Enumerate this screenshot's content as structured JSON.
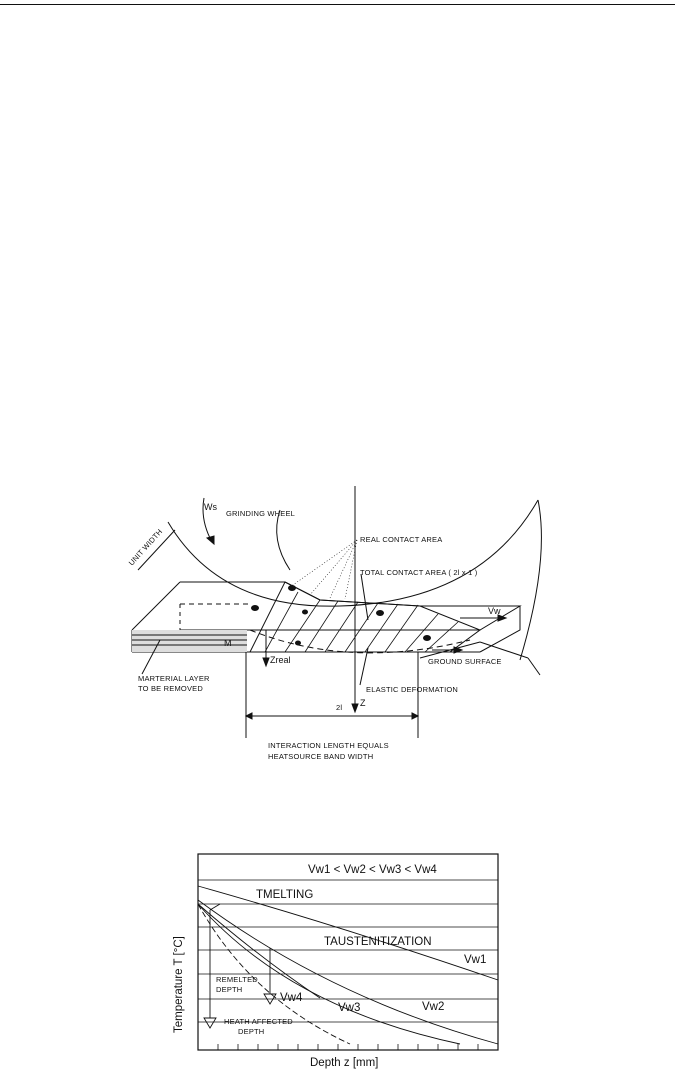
{
  "figure1": {
    "labels": {
      "grinding_wheel": "GRINDING WHEEL",
      "ws": "Ws",
      "unit_width": "UNIT WIDTH",
      "real_contact_area": "REAL CONTACT AREA",
      "total_contact_area": "TOTAL CONTACT AREA ( 2l x 1 )",
      "vw": "Vw",
      "m": "M",
      "material_layer_1": "MARTERIAL LAYER",
      "material_layer_2": "TO BE REMOVED",
      "zreal": "Zreal",
      "ground_surface": "GROUND SURFACE",
      "elastic_deformation": "ELASTIC DEFORMATION",
      "z": "Z",
      "two_l": "2l",
      "interaction_1": "INTERACTION LENGTH EQUALS",
      "interaction_2": "HEATSOURCE BAND WIDTH"
    }
  },
  "figure2": {
    "labels": {
      "inequality": "Vw1 < Vw2 < Vw3 < Vw4",
      "t_melting": "TMELTING",
      "t_austenitization": "TAUSTENITIZATION",
      "vw1": "Vw1",
      "vw2": "Vw2",
      "vw3": "Vw3",
      "vw4": "Vw4",
      "remelted_1": "REMELTED",
      "remelted_2": "DEPTH",
      "heat_1": "HEATH AFFECTED",
      "heat_2": "DEPTH",
      "ylabel": "Temperature T [°C]",
      "xlabel": "Depth z [mm]"
    }
  }
}
